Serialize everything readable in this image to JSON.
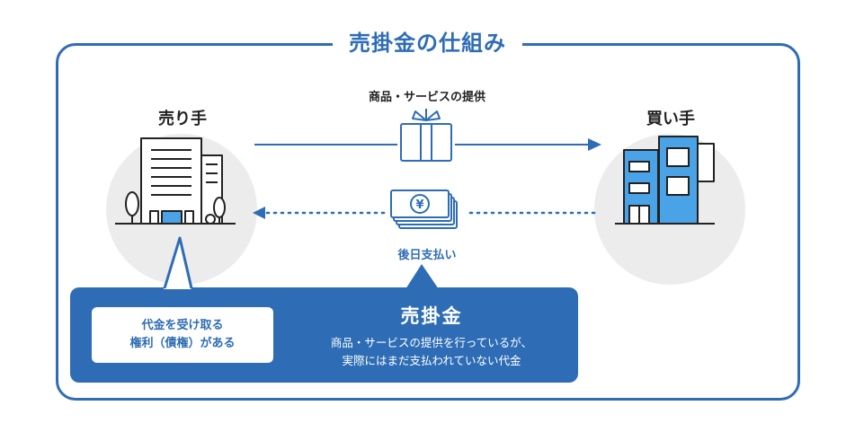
{
  "title": "売掛金の仕組み",
  "seller": {
    "label": "売り手",
    "icon": "office-building-icon"
  },
  "buyer": {
    "label": "買い手",
    "icon": "shop-building-icon"
  },
  "flows": {
    "goods_label": "商品・サービスの提供",
    "goods_icon": "gift-box-icon",
    "payment_label": "後日支払い",
    "payment_icon": "yen-banknotes-icon"
  },
  "callout": {
    "title": "売掛金",
    "description_lines": [
      "商品・サービスの提供を行っているが、",
      "実際にはまだ支払われていない代金"
    ],
    "right_lines": [
      "代金を受け取る",
      "権利（債権）がある"
    ]
  },
  "colors": {
    "accent": "#2e6db5",
    "circle_bg": "#ececec",
    "building_fill": "#4aa3e6"
  }
}
